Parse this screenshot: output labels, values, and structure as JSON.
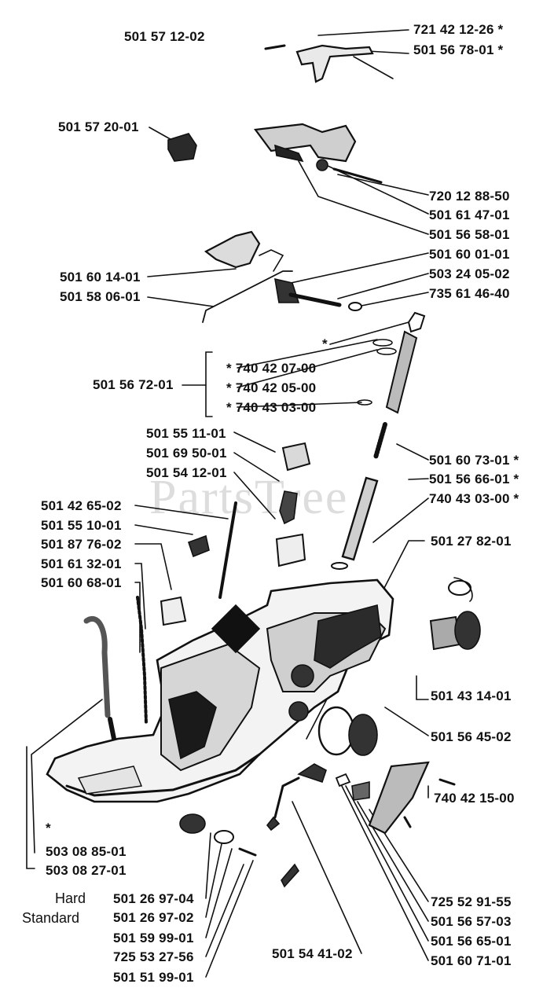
{
  "watermark": "PartsTree",
  "notes": {
    "hard": "Hard",
    "standard": "Standard",
    "star": "*"
  },
  "parts": [
    "501 57 12-02",
    "721 42 12-26  *",
    "501 56 78-01  *",
    "501 57 20-01",
    "720 12 88-50",
    "501 61 47-01",
    "501 56 58-01",
    "501 60 14-01",
    "501 58 06-01",
    "501 60 01-01",
    "503 24 05-02",
    "735 61 46-40",
    "*",
    "501 56 72-01",
    "*  740 42 07-00",
    "*  740 42 05-00",
    "*  740 43 03-00",
    "501 55 11-01",
    "501 69 50-01",
    "501 54 12-01",
    "501 60 73-01  *",
    "501 56 66-01  *",
    "740 43 03-00  *",
    "501 42 65-02",
    "501 55 10-01",
    "501 87 76-02",
    "501 61 32-01",
    "501 60 68-01",
    "501 27 82-01",
    "501 43 14-01",
    "501 56 45-02",
    "740 42 15-00",
    "503 08 85-01",
    "503 08 27-01",
    "501 26 97-04",
    "501 26 97-02",
    "501 59 99-01",
    "725 53 27-56",
    "501 51 99-01",
    "501 54 41-02",
    "725 52 91-55",
    "501 56 57-03",
    "501 56 65-01",
    "501 60 71-01"
  ]
}
